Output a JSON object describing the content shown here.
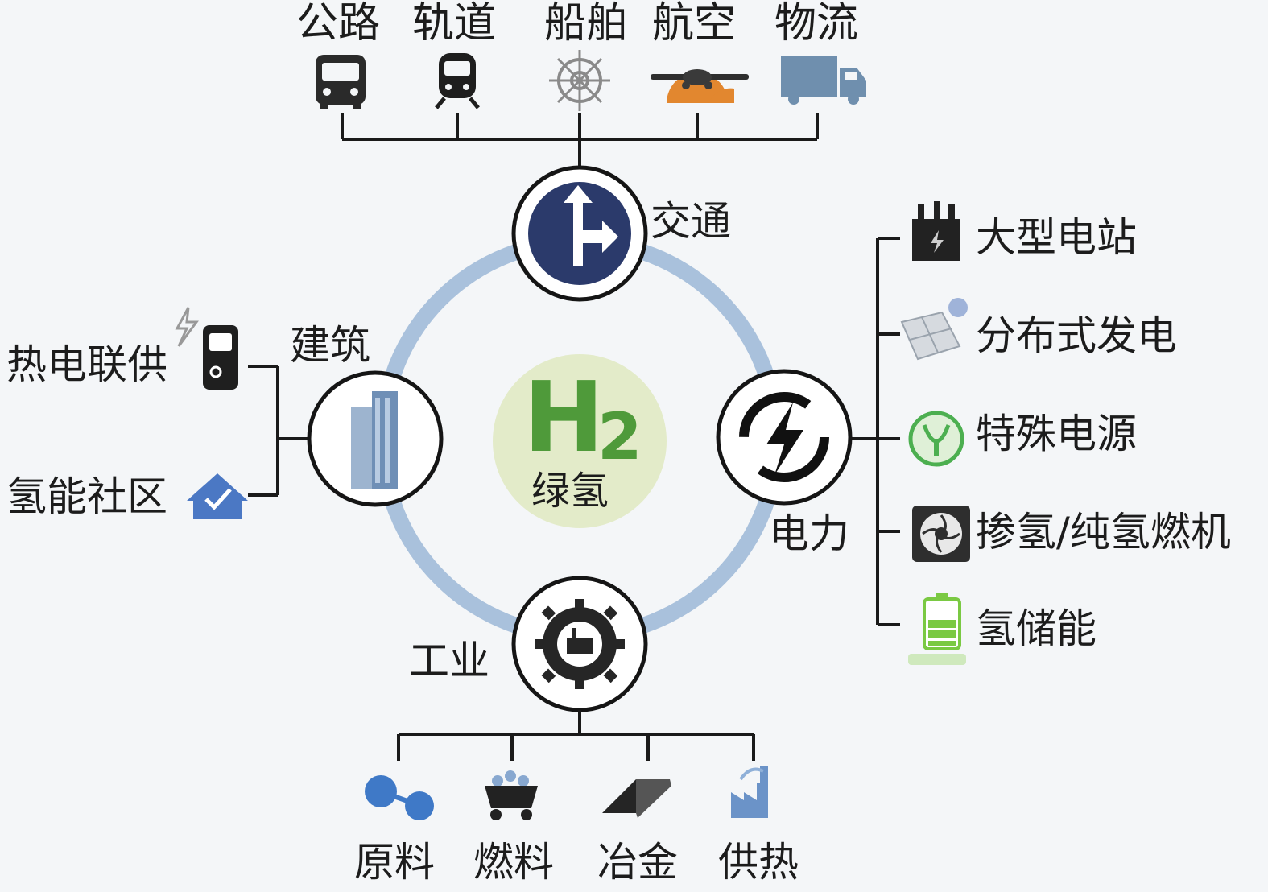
{
  "center": {
    "symbol": "H",
    "subscript": "2",
    "label": "绿氢"
  },
  "sectors": {
    "transport": {
      "label": "交通",
      "items": [
        {
          "label": "公路",
          "icon": "bus-icon"
        },
        {
          "label": "轨道",
          "icon": "train-icon"
        },
        {
          "label": "船舶",
          "icon": "ship-wheel-icon"
        },
        {
          "label": "航空",
          "icon": "airplane-icon"
        },
        {
          "label": "物流",
          "icon": "truck-icon"
        }
      ]
    },
    "power": {
      "label": "电力",
      "items": [
        {
          "label": "大型电站",
          "icon": "power-station-icon"
        },
        {
          "label": "分布式发电",
          "icon": "solar-panel-icon"
        },
        {
          "label": "特殊电源",
          "icon": "special-power-icon"
        },
        {
          "label": "掺氢/纯氢燃机",
          "icon": "turbine-fan-icon"
        },
        {
          "label": "氢储能",
          "icon": "battery-storage-icon"
        }
      ]
    },
    "building": {
      "label": "建筑",
      "items": [
        {
          "label": "热电联供",
          "icon": "chp-unit-icon"
        },
        {
          "label": "氢能社区",
          "icon": "house-icon"
        }
      ]
    },
    "industry": {
      "label": "工业",
      "items": [
        {
          "label": "原料",
          "icon": "molecule-icon"
        },
        {
          "label": "燃料",
          "icon": "coal-cart-icon"
        },
        {
          "label": "冶金",
          "icon": "steel-bar-icon"
        },
        {
          "label": "供热",
          "icon": "factory-icon"
        }
      ]
    }
  },
  "colors": {
    "ring": "#a9c1dc",
    "center_bg": "#e3ebc9",
    "center_text": "#4f9a3a",
    "navy": "#2b3a6b",
    "truck": "#6f8fae",
    "plane": "#e2872f"
  }
}
